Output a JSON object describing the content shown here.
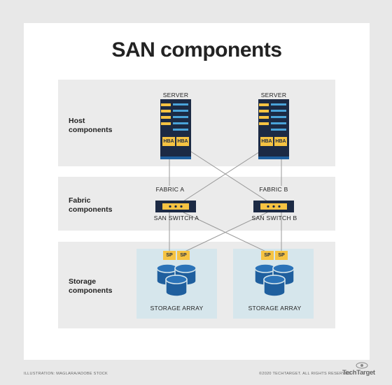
{
  "title": "SAN components",
  "layers": {
    "host": "Host components",
    "fabric": "Fabric components",
    "storage": "Storage components"
  },
  "servers": [
    {
      "label": "SERVER",
      "hba": [
        "HBA",
        "HBA"
      ]
    },
    {
      "label": "SERVER",
      "hba": [
        "HBA",
        "HBA"
      ]
    }
  ],
  "fabrics": [
    "FABRIC A",
    "FABRIC B"
  ],
  "switches": [
    "SAN SWITCH A",
    "SAN SWITCH B"
  ],
  "arrays": [
    {
      "label": "STORAGE ARRAY",
      "sp": [
        "SP",
        "SP"
      ]
    },
    {
      "label": "STORAGE ARRAY",
      "sp": [
        "SP",
        "SP"
      ]
    }
  ],
  "footer": {
    "credit": "ILLUSTRATION: MAGLARA/ADOBE STOCK",
    "copyright": "©2020 TECHTARGET. ALL RIGHTS RESERVED",
    "brand": "TechTarget"
  },
  "colors": {
    "band": "#ebebeb",
    "storage_box": "#d6e6ec",
    "navy": "#1c2a44",
    "blue": "#1f5f9e",
    "accent": "#f6c342"
  }
}
